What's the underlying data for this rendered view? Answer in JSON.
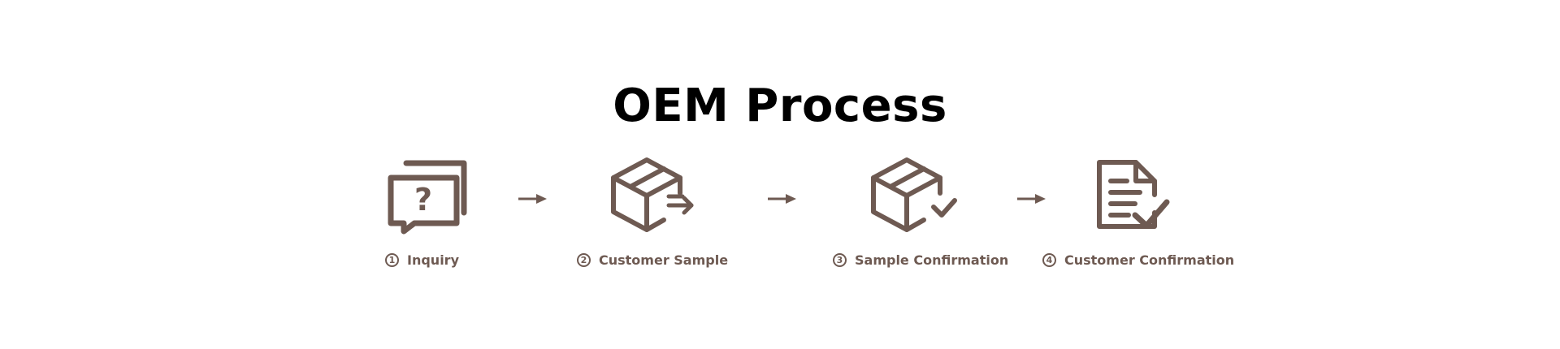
{
  "title": "OEM Process",
  "accent_color": "#6e5a52",
  "steps": [
    {
      "number": "1",
      "label": "Inquiry",
      "icon": "chat-question-icon"
    },
    {
      "number": "2",
      "label": "Customer Sample",
      "icon": "box-send-icon"
    },
    {
      "number": "3",
      "label": "Sample Confirmation",
      "icon": "box-check-icon"
    },
    {
      "number": "4",
      "label": "Customer Confirmation",
      "icon": "document-check-icon"
    }
  ]
}
